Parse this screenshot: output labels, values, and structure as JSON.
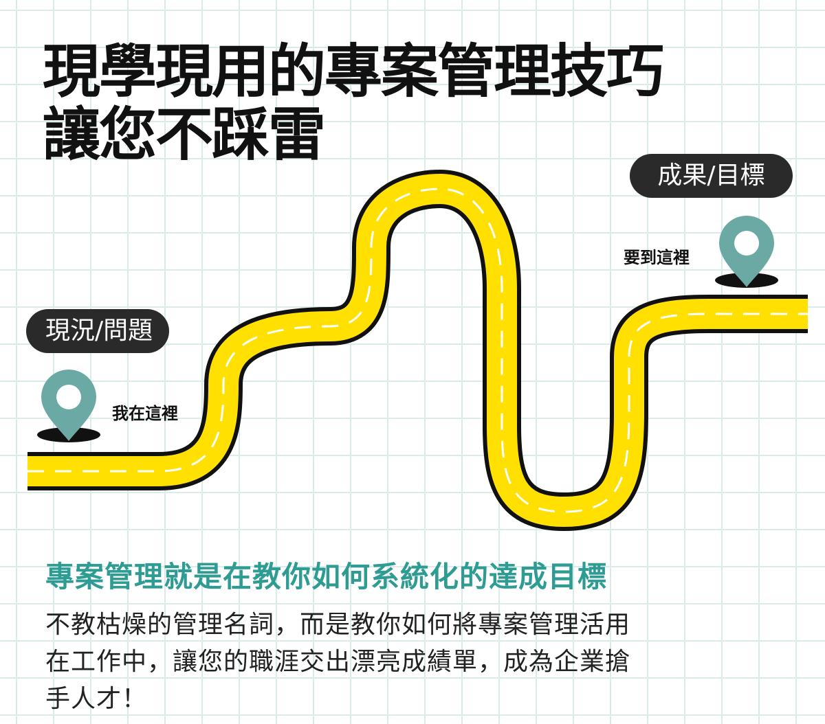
{
  "title": {
    "line1": "現學現用的專案管理技巧",
    "line2": "讓您不踩雷"
  },
  "labels": {
    "start_pill": "現況/問題",
    "goal_pill": "成果/目標",
    "start_pin": "我在這裡",
    "goal_pin": "要到這裡"
  },
  "icons": {
    "start": "map-pin-icon",
    "goal": "map-pin-icon"
  },
  "colors": {
    "road": "#ffe000",
    "road_edge": "#111111",
    "pin": "#6aa9a4",
    "pill_bg": "#2a2a2a",
    "accent": "#2f9c94",
    "grid": "#d9ecea"
  },
  "subtitle": "專案管理就是在教你如何系統化的達成目標",
  "body": {
    "line1": "不教枯燥的管理名詞，而是教你如何將專案管理活用",
    "line2": "在工作中，讓您的職涯交出漂亮成績單，成為企業搶",
    "line3": "手人才！"
  }
}
